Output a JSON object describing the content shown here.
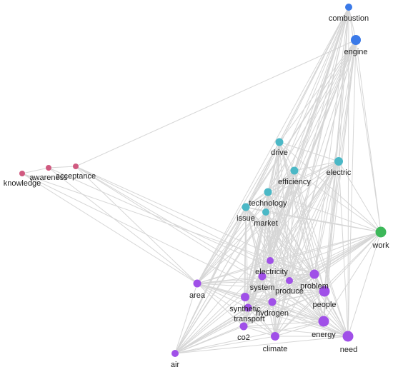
{
  "graph": {
    "clusters": {
      "pink": "#d05a80",
      "blue": "#3b7ae8",
      "teal": "#4bb8c6",
      "green": "#3db85a",
      "purple": "#a050e8"
    },
    "nodes": [
      {
        "id": "combustion",
        "label": "combustion",
        "cluster": "blue",
        "weight": 1.0
      },
      {
        "id": "engine",
        "label": "engine",
        "cluster": "blue",
        "weight": 1.4
      },
      {
        "id": "knowledge",
        "label": "knowledge",
        "cluster": "pink",
        "weight": 0.8
      },
      {
        "id": "awareness",
        "label": "awareness",
        "cluster": "pink",
        "weight": 0.8
      },
      {
        "id": "acceptance",
        "label": "acceptance",
        "cluster": "pink",
        "weight": 0.8
      },
      {
        "id": "drive",
        "label": "drive",
        "cluster": "teal",
        "weight": 1.1
      },
      {
        "id": "electric",
        "label": "electric",
        "cluster": "teal",
        "weight": 1.2
      },
      {
        "id": "efficiency",
        "label": "efficiency",
        "cluster": "teal",
        "weight": 1.1
      },
      {
        "id": "technology",
        "label": "technology",
        "cluster": "teal",
        "weight": 1.1
      },
      {
        "id": "issue",
        "label": "issue",
        "cluster": "teal",
        "weight": 1.1
      },
      {
        "id": "market",
        "label": "market",
        "cluster": "teal",
        "weight": 1.0
      },
      {
        "id": "work",
        "label": "work",
        "cluster": "green",
        "weight": 1.5
      },
      {
        "id": "electricity",
        "label": "electricity",
        "cluster": "purple",
        "weight": 1.0
      },
      {
        "id": "area",
        "label": "area",
        "cluster": "purple",
        "weight": 1.1
      },
      {
        "id": "system",
        "label": "system",
        "cluster": "purple",
        "weight": 1.1
      },
      {
        "id": "produce",
        "label": "produce",
        "cluster": "purple",
        "weight": 1.0
      },
      {
        "id": "problem",
        "label": "problem",
        "cluster": "purple",
        "weight": 1.3
      },
      {
        "id": "people",
        "label": "people",
        "cluster": "purple",
        "weight": 1.5
      },
      {
        "id": "synthetic",
        "label": "synthetic",
        "cluster": "purple",
        "weight": 1.2
      },
      {
        "id": "transport",
        "label": "transport",
        "cluster": "purple",
        "weight": 1.1
      },
      {
        "id": "hydrogen",
        "label": "hydrogen",
        "cluster": "purple",
        "weight": 1.1
      },
      {
        "id": "co2",
        "label": "co2",
        "cluster": "purple",
        "weight": 1.1
      },
      {
        "id": "climate",
        "label": "climate",
        "cluster": "purple",
        "weight": 1.2
      },
      {
        "id": "energy",
        "label": "energy",
        "cluster": "purple",
        "weight": 1.5
      },
      {
        "id": "need",
        "label": "need",
        "cluster": "purple",
        "weight": 1.5
      },
      {
        "id": "air",
        "label": "air",
        "cluster": "purple",
        "weight": 1.0
      }
    ]
  }
}
